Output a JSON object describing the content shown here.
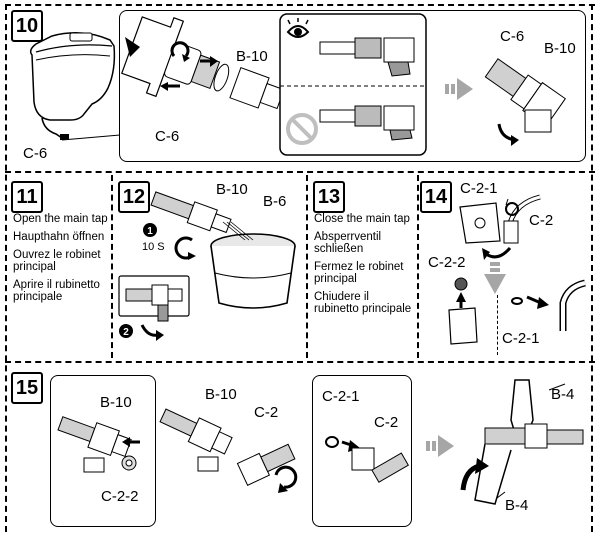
{
  "steps": {
    "s10": {
      "num": "10",
      "labels": {
        "c6_toilet": "C-6",
        "b10": "B-10",
        "c6_mid": "C-6",
        "c6_right": "C-6",
        "b10_right": "B-10"
      }
    },
    "s11": {
      "num": "11",
      "lines": [
        "Open the main tap",
        "Haupthahn öffnen",
        "Ouvrez le robinet principal",
        "Aprire il rubinetto principale"
      ]
    },
    "s12": {
      "num": "12",
      "b10": "B-10",
      "b6": "B-6",
      "time": "10 S"
    },
    "s13": {
      "num": "13",
      "lines": [
        "Close the main tap",
        "Absperrventil schließen",
        "Fermez le robinet principal",
        "Chiudere il rubinetto principale"
      ]
    },
    "s14": {
      "num": "14",
      "c21_top": "C-2-1",
      "c2": "C-2",
      "c22": "C-2-2",
      "c21_bottom": "C-2-1"
    },
    "s15": {
      "num": "15",
      "b10_left": "B-10",
      "c22": "C-2-2",
      "b10_mid": "B-10",
      "c2_mid": "C-2",
      "c21": "C-2-1",
      "c2_right": "C-2",
      "b4_top": "B-4",
      "b4_bottom": "B-4"
    }
  },
  "colors": {
    "ink": "#000000",
    "arrow_gray": "#a6a6a6",
    "metal_gray": "#d0d0d0",
    "no_symbol": "#bfbfbf"
  },
  "icons": [
    "eye-icon",
    "prohibited-icon",
    "rotate-arrow-icon",
    "next-arrow-icon"
  ]
}
